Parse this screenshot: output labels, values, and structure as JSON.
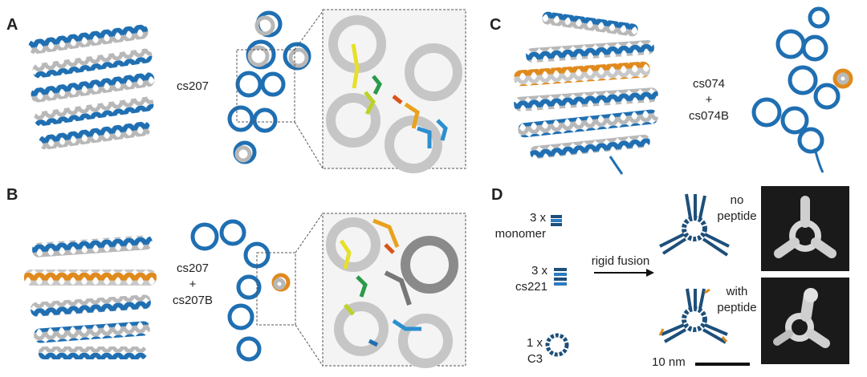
{
  "panels": {
    "a": {
      "letter": "A",
      "label": "cs207"
    },
    "b": {
      "letter": "B",
      "label_line1": "cs207",
      "label_line2": "+",
      "label_line3": "cs207B"
    },
    "c": {
      "letter": "C",
      "label_line1": "cs074",
      "label_line2": "+",
      "label_line3": "cs074B"
    },
    "d": {
      "letter": "D",
      "item1_line1": "3 x",
      "item1_line2": "monomer",
      "item2_line1": "3 x",
      "item2_line2": "cs221",
      "item3_line1": "1 x",
      "item3_line2": "C3",
      "arrow_label": "rigid fusion",
      "top_label_line1": "no",
      "top_label_line2": "peptide",
      "bottom_label_line1": "with",
      "bottom_label_line2": "peptide",
      "scale_label": "10 nm"
    }
  },
  "colors": {
    "blue": "#1f6fb2",
    "gray": "#b8b8b8",
    "orange": "#e08a1e",
    "dark_blue": "#1d4f7a",
    "em_bg": "#1a1a1a"
  }
}
